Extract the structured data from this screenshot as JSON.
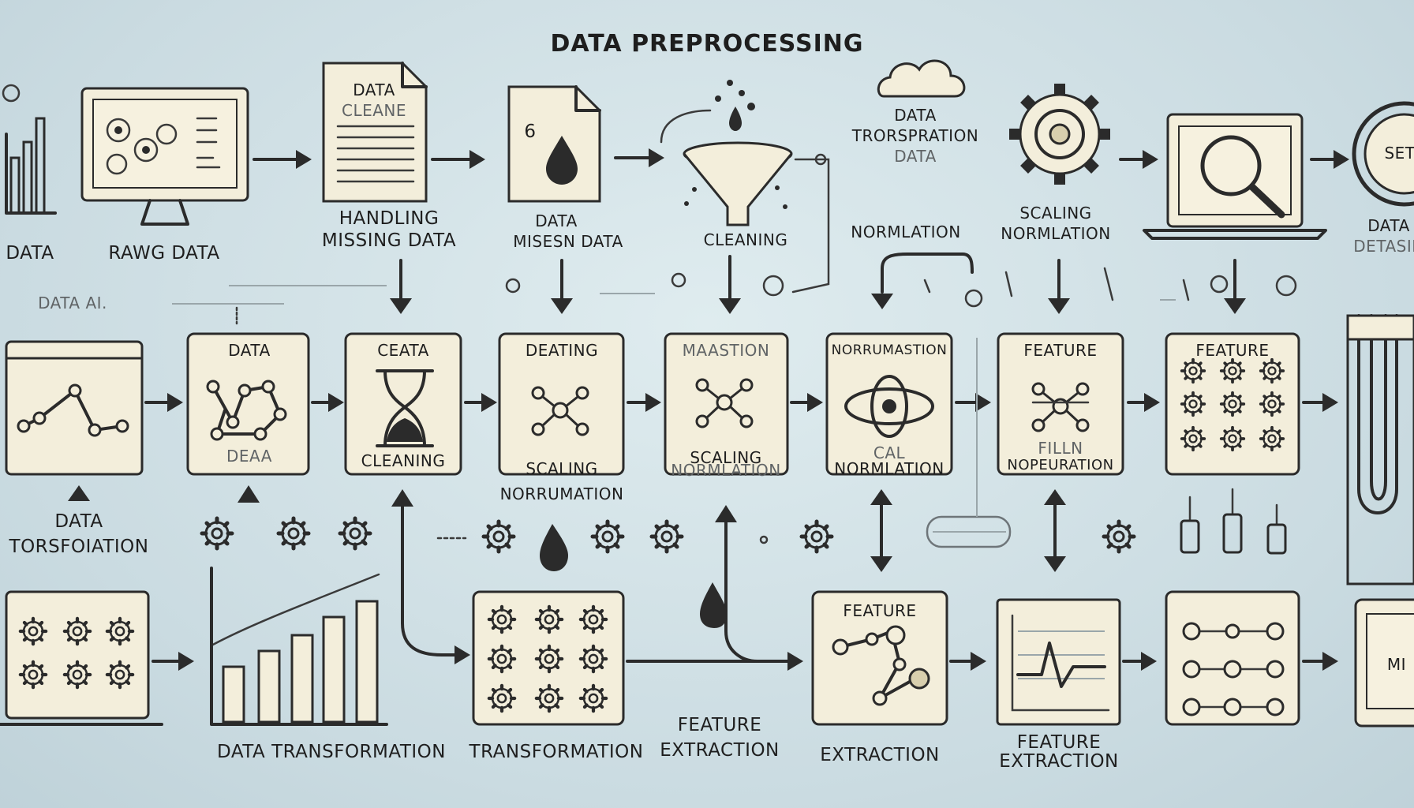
{
  "title": "DATA PREPROCESSING",
  "labels": {
    "data_left": "DATA",
    "rawg_data": "RAWG DATA",
    "handling_l1": "HANDLING",
    "handling_l2": "MISSING DATA",
    "data_misesn_l1": "DATA",
    "data_misesn_l2": "MISESN DATA",
    "cleaning_top": "CLEANING",
    "data_tr_l1": "DATA",
    "data_tr_l2": "TRORSPRATION",
    "data_tr_l3": "DATA",
    "normlation": "NORMLATION",
    "scaling_l1": "SCALING",
    "scaling_l2": "NORMLATION",
    "datasets_l1": "DATA",
    "datasets_l2": "DETASIN",
    "set_badge": "SET",
    "doc_data_l1": "DATA",
    "doc_data_l2": "CLEANE",
    "doc_num": "6",
    "dataa_faded": "DATA AI.",
    "box1_top": "DATA",
    "box1_bottom": "DEAA",
    "box2_top": "CEATA",
    "box2_bottom": "CLEANING",
    "box3_top": "DEATING",
    "box3_sub_l1": "SCALING",
    "box3_sub_l2": "NORRUMATION",
    "box4_top": "MAASTION",
    "box4_bottom_l1": "SCALING",
    "box4_bottom_l2": "NORMLATION",
    "box5_top": "NORRUMASTION",
    "box5_bottom_l1": "CAL",
    "box5_bottom_l2": "NORMLATION",
    "box6_top": "FEATURE",
    "box6_bottom_l1": "FILLN",
    "box6_bottom_l2": "NOPEURATION",
    "box7_top": "FEATURE",
    "data_trsf_l1": "DATA",
    "data_trsf_l2": "TORSFOIATION",
    "data_transformation": "DATA TRANSFORMATION",
    "transformation": "TRANSFORMATION",
    "fe_mid_l1": "FEATURE",
    "fe_mid_l2": "EXTRACTION",
    "feature_box": "FEATURE",
    "extraction": "EXTRACTION",
    "fe_right_l1": "FEATURE",
    "fe_right_l2": "EXTRACTION",
    "tablet_text": "MI"
  },
  "colors": {
    "background": "#cfe0e6",
    "box_fill": "#f3eedb",
    "stroke": "#2b2b2b"
  },
  "icons": [
    "bar-chart-icon",
    "monitor-icon",
    "document-icon",
    "droplet-icon",
    "funnel-icon",
    "cloud-icon",
    "gear-icon",
    "magnifier-icon",
    "network-icon",
    "hourglass-icon",
    "atom-icon",
    "line-chart-icon",
    "arrow-icon"
  ]
}
